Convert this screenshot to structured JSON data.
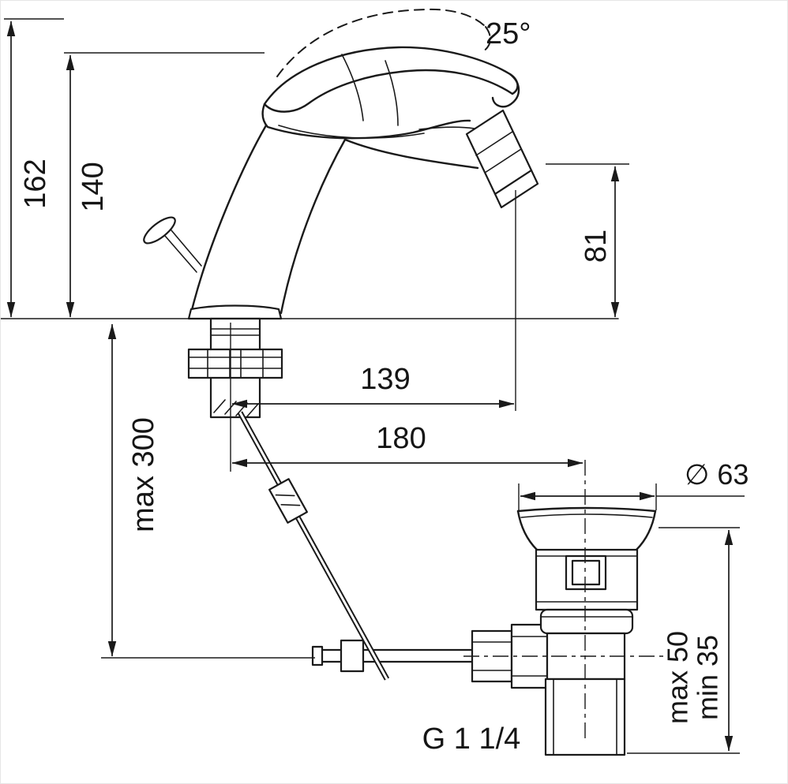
{
  "colors": {
    "line": "#1a1a1a",
    "background": "#ffffff"
  },
  "diagram": {
    "labels": {
      "handle_angle": "25°",
      "overall_height": "162",
      "handle_base_height": "140",
      "outlet_height": "81",
      "spout_reach": "139",
      "overall_depth": "180",
      "rod_length": "max 300",
      "drain_diameter": "∅ 63",
      "deck_max": "max 50",
      "deck_min": "min 35",
      "drain_thread": "G 1 1/4"
    }
  }
}
